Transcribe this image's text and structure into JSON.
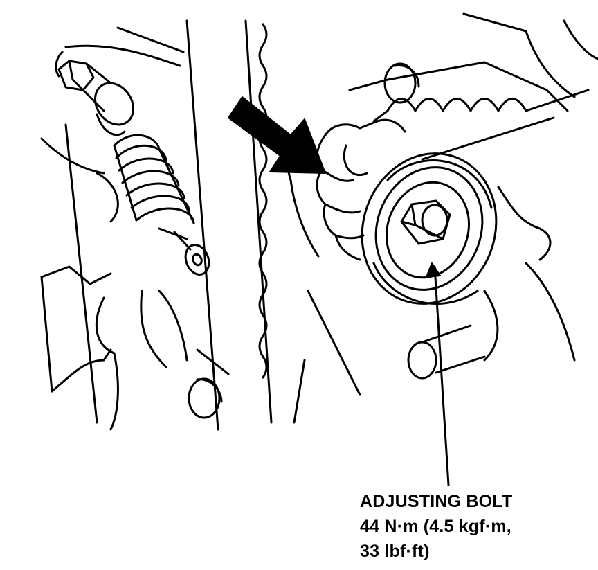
{
  "callout": {
    "name": "ADJUSTING BOLT",
    "torque_metric": "44 N·m (4.5 kgf·m,",
    "torque_imperial": "33 lbf·ft)"
  },
  "colors": {
    "ink": "#000000",
    "paper": "#ffffff"
  }
}
